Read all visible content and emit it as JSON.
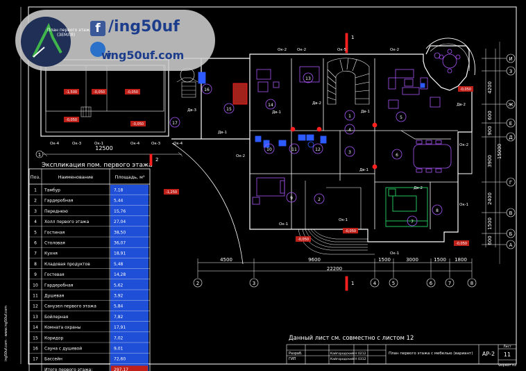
{
  "watermark": {
    "caption_line1": "План первого этажа",
    "caption_line2": "(ЗЕМЛЯ)",
    "facebook_glyph": "f",
    "facebook_handle": "/ing50uf",
    "website": "ing50uf.com",
    "website_prefix": "w"
  },
  "drawing": {
    "pool_title": "Экспликация пом. первого этажа",
    "overall_width_dim": "12500",
    "dims_bottom": [
      "4500",
      "9600",
      "1500",
      "3000",
      "1500",
      "1800"
    ],
    "overall_bottom_dim": "22200",
    "axes_bottom": [
      "2",
      "3",
      "4",
      "5",
      "6",
      "7",
      "8"
    ],
    "axes_right": [
      "И",
      "З",
      "Ж",
      "Е",
      "Д",
      "Г",
      "В",
      "Б",
      "А"
    ],
    "dims_right": [
      "4200",
      "600",
      "900",
      "3900",
      "2400",
      "1500",
      "600"
    ],
    "overall_right_dim": "15000",
    "axis_left": "1",
    "section_marks": [
      "1",
      "1",
      "2",
      "2"
    ],
    "room_numbers": [
      "1",
      "2",
      "3",
      "4",
      "5",
      "6",
      "7",
      "8",
      "9",
      "10",
      "11",
      "12",
      "13",
      "14",
      "15",
      "16",
      "17"
    ],
    "elev_marks": [
      "-1,500",
      "-0,050",
      "-0,050",
      "-0,050",
      "-1,250",
      "-0,050",
      "-0,050",
      "-0,050",
      "-0,050",
      "-0,050"
    ],
    "window_tags": [
      "Ок-2",
      "Ок-2",
      "Ок-2",
      "Ок-4",
      "Ок-3",
      "Ок-1",
      "Ок-2",
      "Ок-1",
      "Ок-4",
      "Ок-3",
      "Ок-4",
      "Ок-5",
      "Ок-1",
      "Ок-1",
      "Ок-1",
      "Ок-2"
    ],
    "door_tags": [
      "Дв-1",
      "Дв-2",
      "Дв-1",
      "Дв-2",
      "Дв-1",
      "Дв-2",
      "Дв-3",
      "Дв-1"
    ],
    "ref_note": "Данный лист см. совместно с листом 12"
  },
  "legend": {
    "headers": [
      "Поз.",
      "Наименование",
      "Площадь, м²"
    ],
    "rows": [
      [
        "1",
        "Тамбур",
        "7,18"
      ],
      [
        "2",
        "Гардеробная",
        "5,44"
      ],
      [
        "3",
        "Переднюю",
        "15,76"
      ],
      [
        "4",
        "Холл первого этажа",
        "27,04"
      ],
      [
        "5",
        "Гостиная",
        "38,50"
      ],
      [
        "6",
        "Столовая",
        "36,07"
      ],
      [
        "7",
        "Кухня",
        "18,91"
      ],
      [
        "8",
        "Кладовая продуктов",
        "5,48"
      ],
      [
        "9",
        "Гостевая",
        "14,28"
      ],
      [
        "10",
        "Гардеробная",
        "5,62"
      ],
      [
        "11",
        "Душевая",
        "3,92"
      ],
      [
        "12",
        "Санузел первого этажа",
        "5,84"
      ],
      [
        "13",
        "Бойлерная",
        "7,82"
      ],
      [
        "14",
        "Комната охраны",
        "17,91"
      ],
      [
        "15",
        "Коридор",
        "7,02"
      ],
      [
        "16",
        "Сауна с душевой",
        "9,01"
      ],
      [
        "17",
        "Бассейн",
        "72,60"
      ]
    ],
    "total_label": "Итого первого этажа:",
    "total_value": "297,17"
  },
  "titleblock": {
    "sheet_title": "План первого этажа с мебелью (вариант)",
    "sheet_code": "АР-2",
    "sheet_label": "Лист",
    "sheet_number": "11",
    "format": "Формат А3",
    "left_rows": [
      "Разраб.",
      "ГИП"
    ],
    "names": [
      "Кайгородский Н",
      "Кайгородский Н"
    ],
    "marks": [
      "0212",
      "0312"
    ]
  },
  "side_text": "ing50uf.com · www.ing50uf.com",
  "colors": {
    "background": "#000000",
    "wall": "#ffffff",
    "furniture": "#a855f7",
    "plumbing": "#2d5bff",
    "kitchen": "#22c55e",
    "accent": "#ff2020",
    "table_fill": "#1f4fd6",
    "stairs": "#ffffff"
  }
}
